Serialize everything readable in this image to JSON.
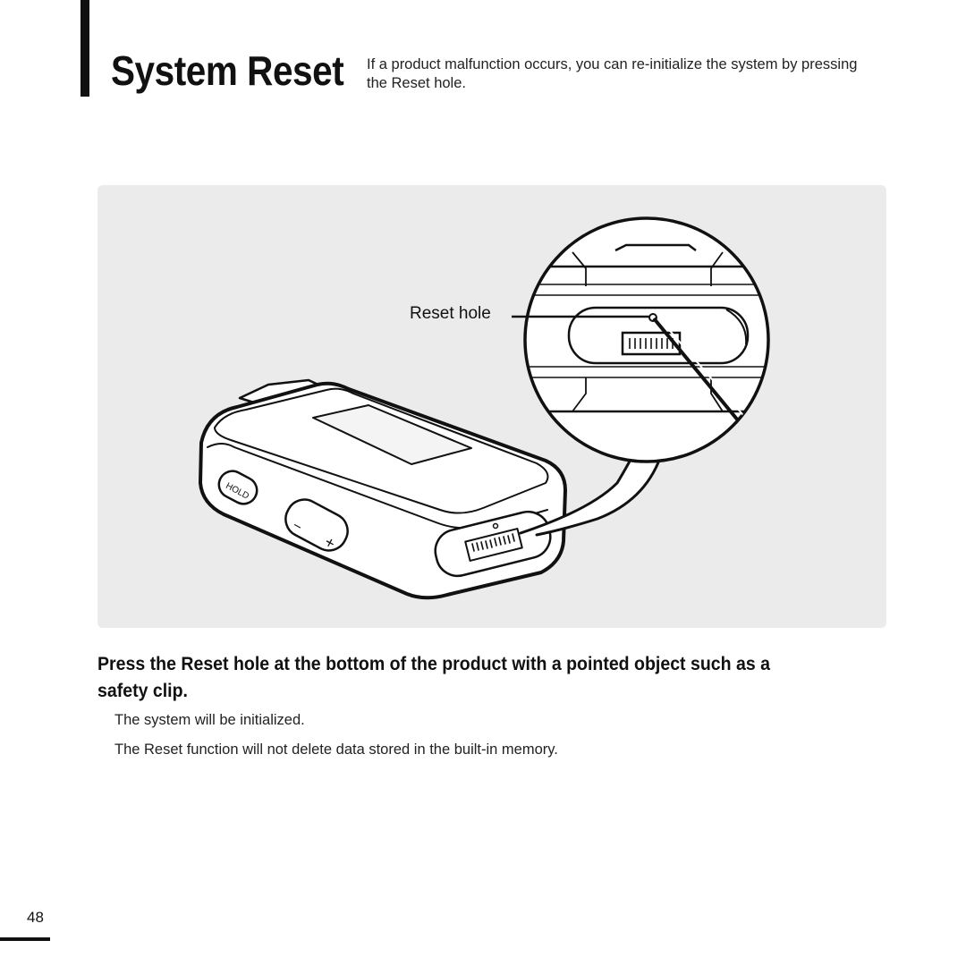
{
  "section": {
    "title": "System Reset",
    "intro": "If a product malfunction occurs, you can re-initialize the system by pressing the Reset hole."
  },
  "figure": {
    "callout_label": "Reset hole",
    "hold_switch_text": "HOLD",
    "minus_symbol": "−",
    "plus_symbol": "+"
  },
  "instruction": "Press the Reset hole at the bottom of the product with a pointed object such as a safety clip.",
  "notes": [
    "The system will be initialized.",
    "The Reset function will not delete data stored in the built-in memory."
  ],
  "page_number": "48"
}
